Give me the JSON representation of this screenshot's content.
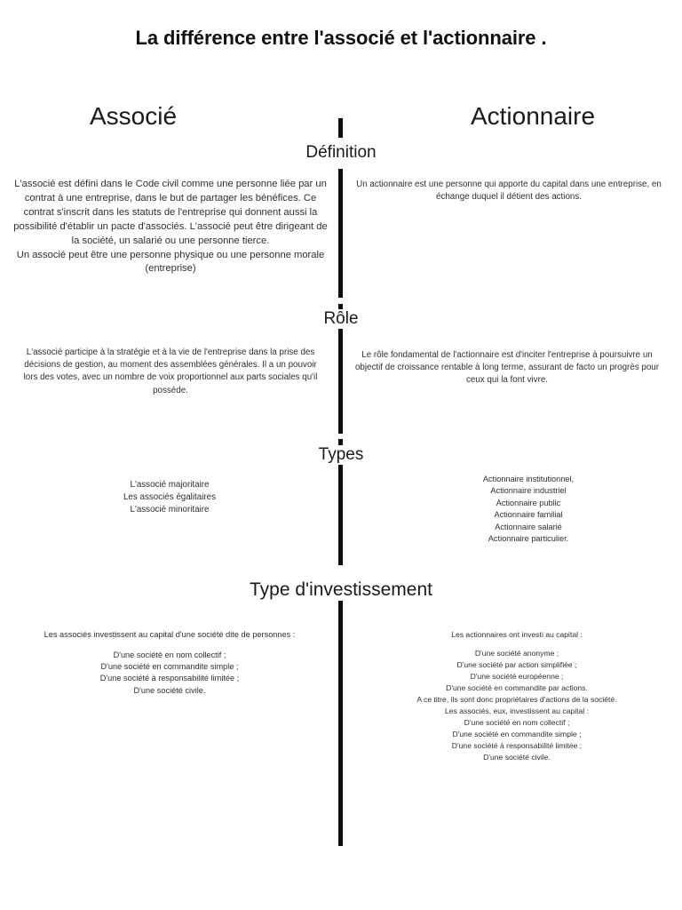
{
  "title": "La différence entre l'associé et l'actionnaire .",
  "columns": {
    "left_label": "Associé",
    "right_label": "Actionnaire"
  },
  "sections": [
    {
      "heading": "Définition",
      "left": "L'associé est défini dans le Code civil comme une personne liée par un contrat à une entreprise, dans le but de partager les bénéfices. Ce contrat s'inscrit dans les statuts de l'entreprise qui donnent aussi la possibilité d'établir un pacte d'associés. L'associé peut être dirigeant de la société, un salarié ou une personne tierce.",
      "left_extra": "Un associé peut être une personne physique ou une personne morale (entreprise)",
      "right": "Un actionnaire est une personne qui apporte du capital dans une entreprise, en échange duquel il détient des actions."
    },
    {
      "heading": "Rôle",
      "left": "L'associé participe à la stratégie et à la vie de l'entreprise dans la prise des décisions de gestion, au moment des assemblées générales. Il a un pouvoir lors des votes, avec un nombre de voix proportionnel aux parts sociales qu'il possède.",
      "right": "Le rôle fondamental de l'actionnaire est d'inciter l'entreprise à poursuivre un objectif de croissance rentable à long terme, assurant de facto un progrès pour ceux qui la font vivre."
    },
    {
      "heading": "Types",
      "left_items": [
        "L'associé majoritaire",
        "Les associés égalitaires",
        "L'associé minoritaire"
      ],
      "right_items": [
        "Actionnaire institutionnel,",
        "Actionnaire industriel",
        "Actionnaire public",
        "Actionnaire familial",
        "Actionnaire salarié",
        "Actionnaire particulier."
      ]
    },
    {
      "heading": "Type d'investissement",
      "left_intro": "Les associés investissent au capital d'une société dite de personnes :",
      "left_items": [
        "D'une société en nom collectif ;",
        "D'une société en commandite simple ;",
        "D'une société à responsabilité limitée ;",
        "D'une société civile."
      ],
      "right_intro": "Les actionnaires ont investi au capital :",
      "right_items": [
        "D'une société anonyme ;",
        "D'une société par action simplifiée ;",
        "D'une société européenne ;",
        "D'une société en commandite par actions.",
        "A ce titre, ils sont donc propriétaires d'actions de la société.",
        "Les associés, eux, investissent au capital :",
        "D'une société en nom collectif ;",
        "D'une société en commandite simple ;",
        "D'une société à responsabilité limitée ;",
        "D'une société civile."
      ]
    }
  ]
}
